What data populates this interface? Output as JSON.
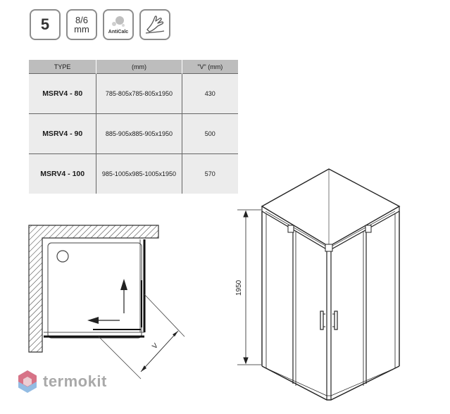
{
  "badges": {
    "glass_thickness": "5",
    "glass_size_top": "8/6",
    "glass_size_bottom": "mm",
    "anticalc": "AntiCalc"
  },
  "table": {
    "headers": [
      "TYPE",
      "(mm)",
      "\"V\" (mm)"
    ],
    "rows": [
      {
        "type": "MSRV4 - 80",
        "dimensions": "785-805x785-805x1950",
        "v": "430"
      },
      {
        "type": "MSRV4 - 90",
        "dimensions": "885-905x885-905x1950",
        "v": "500"
      },
      {
        "type": "MSRV4 - 100",
        "dimensions": "985-1005x985-1005x1950",
        "v": "570"
      }
    ]
  },
  "plan": {
    "v_label": "V"
  },
  "enclosure": {
    "height_label": "1950"
  },
  "watermark": {
    "text": "termokit"
  },
  "colors": {
    "badge_border": "#8c8c8c",
    "header_bg": "#bdbdbd",
    "row_bg": "#ececec",
    "watermark_text": "#a9a9a9",
    "logo_red": "#e8606f",
    "logo_blue": "#6fa6d9"
  }
}
